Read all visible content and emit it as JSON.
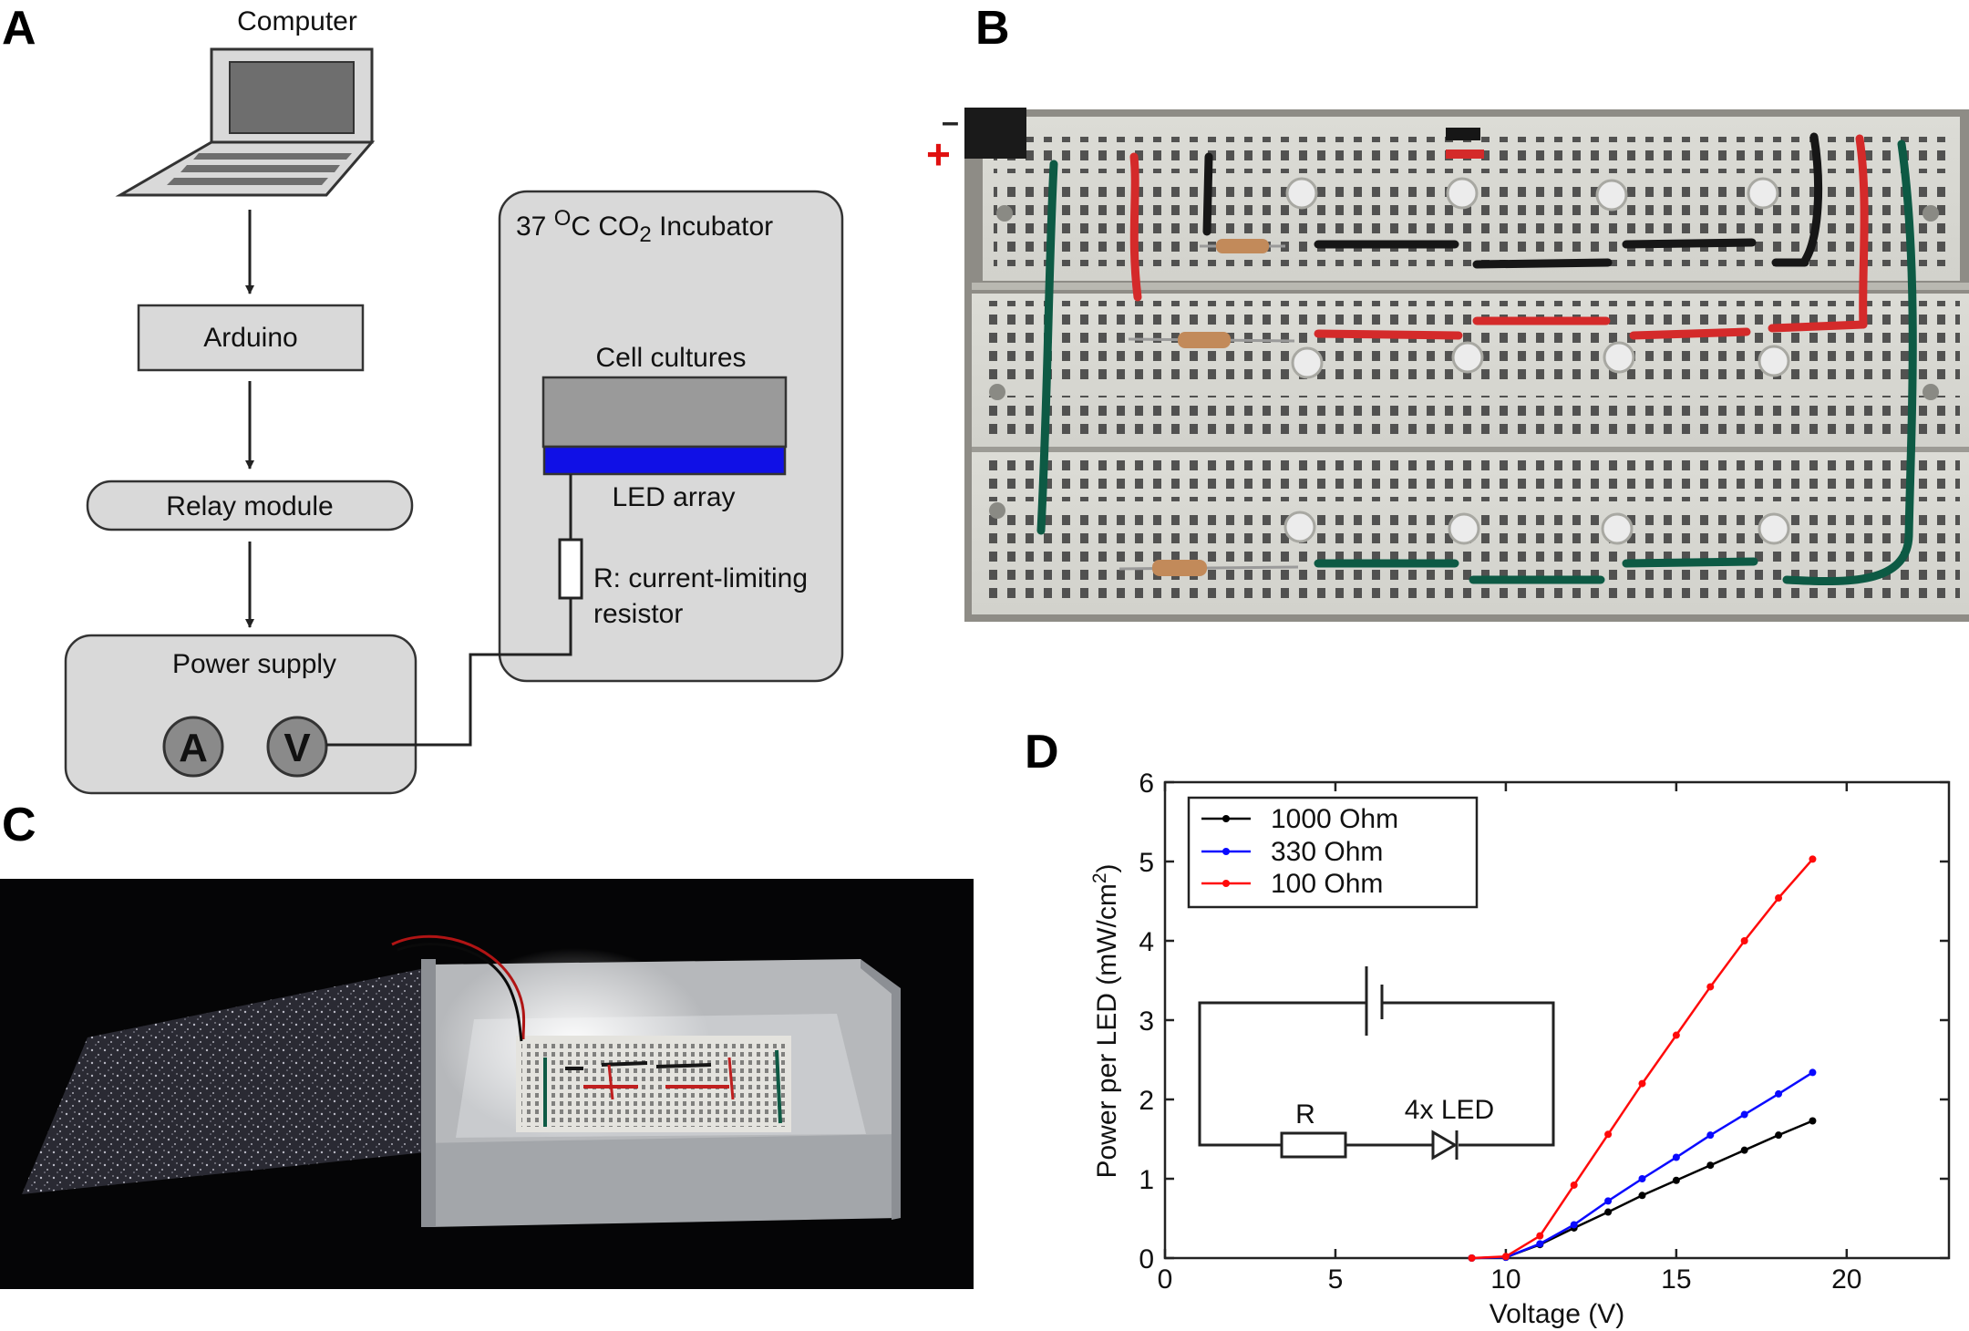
{
  "panels": {
    "a": {
      "letter": "A"
    },
    "b": {
      "letter": "B"
    },
    "c": {
      "letter": "C"
    },
    "d": {
      "letter": "D"
    }
  },
  "diagram_a": {
    "computer": "Computer",
    "arduino": "Arduino",
    "relay": "Relay module",
    "power_supply": "Power supply",
    "meter_a": "A",
    "meter_v": "V",
    "incubator_prefix": "37 ",
    "incubator_deg": "O",
    "incubator_mid": "C CO",
    "incubator_sub": "2",
    "incubator_suffix": " Incubator",
    "cell_cultures": "Cell cultures",
    "led_array": "LED array",
    "resistor_line1": "R: current-limiting",
    "resistor_line2": "resistor",
    "colors": {
      "box_fill": "#d9d9d9",
      "screen": "#707070",
      "culture": "#9a9a9a",
      "led_blue": "#1010e6"
    }
  },
  "photo_b": {
    "minus": "–",
    "plus": "+"
  },
  "circuit_inset": {
    "resistor_label": "R",
    "led_label": "4x LED"
  },
  "chart_data": {
    "type": "line",
    "title": "",
    "xlabel": "Voltage (V)",
    "ylabel_main": "Power per LED (mW/cm",
    "ylabel_sup": "2",
    "ylabel_end": ")",
    "xlim": [
      0,
      23
    ],
    "ylim": [
      0,
      6
    ],
    "xticks": [
      0,
      5,
      10,
      15,
      20
    ],
    "yticks": [
      0,
      1,
      2,
      3,
      4,
      5,
      6
    ],
    "legend_position": "top-left",
    "series": [
      {
        "name": "1000 Ohm",
        "color": "#000000",
        "x": [
          9,
          10,
          11,
          12,
          13,
          14,
          15,
          16,
          17,
          18,
          19
        ],
        "y": [
          0,
          0.01,
          0.17,
          0.38,
          0.58,
          0.79,
          0.98,
          1.17,
          1.36,
          1.55,
          1.73
        ]
      },
      {
        "name": "330 Ohm",
        "color": "#0a0aff",
        "x": [
          9,
          10,
          11,
          12,
          13,
          14,
          15,
          16,
          17,
          18,
          19
        ],
        "y": [
          0,
          0.01,
          0.18,
          0.42,
          0.72,
          1.0,
          1.27,
          1.55,
          1.81,
          2.07,
          2.34
        ]
      },
      {
        "name": "100 Ohm",
        "color": "#ff0a0a",
        "x": [
          9,
          10,
          11,
          12,
          13,
          14,
          15,
          16,
          17,
          18,
          19
        ],
        "y": [
          0,
          0.02,
          0.28,
          0.92,
          1.56,
          2.2,
          2.81,
          3.42,
          4.0,
          4.54,
          5.03
        ]
      }
    ]
  }
}
